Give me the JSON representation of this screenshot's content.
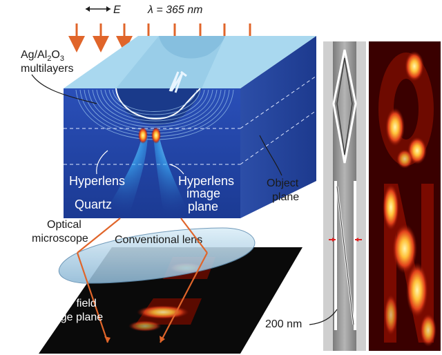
{
  "header": {
    "polarization_symbol": "E",
    "wavelength_label": "λ = 365 nm"
  },
  "labels": {
    "multilayers_line1": "Ag/Al",
    "multilayers_sub1": "2",
    "multilayers_mid": "O",
    "multilayers_sub2": "3",
    "multilayers_line2": "multilayers",
    "hyperlens": "Hyperlens",
    "quartz": "Quartz",
    "hyperlens_image_plane_line1": "Hyperlens",
    "hyperlens_image_plane_line2": "image",
    "hyperlens_image_plane_line3": "plane",
    "object_plane_line1": "Object",
    "object_plane_line2": "plane",
    "optical_microscope_line1": "Optical",
    "optical_microscope_line2": "microscope",
    "conventional_lens": "Conventional lens",
    "far_field_line1": "Far field",
    "far_field_line2": "image plane",
    "scale_bar": "200 nm"
  },
  "colors": {
    "arrow": "#e0652a",
    "block_top": "#a9d8ef",
    "block_front": "#1f3f9e",
    "block_side": "#26469c",
    "lens": "#b9d9ec",
    "far_field": "#0a0a0a",
    "sem_gray": "#9a9a9a",
    "fluor_bg": "#3a0000",
    "fluor_hot": "#ffd24a"
  }
}
